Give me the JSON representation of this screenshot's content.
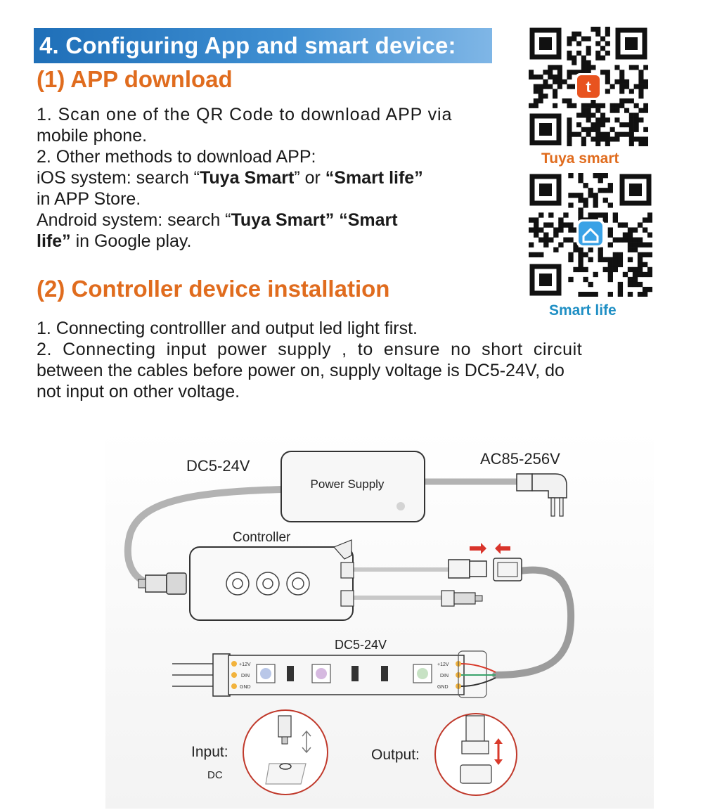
{
  "header": {
    "title": "4. Configuring App and smart device:"
  },
  "app_download": {
    "heading": "(1) APP download",
    "lines": {
      "l1": "1. Scan one of the QR Code to download APP via",
      "l2": "mobile phone.",
      "l3": "2. Other methods to download APP:",
      "l4_a": "iOS system: search “",
      "l4_b": "Tuya Smart",
      "l4_c": "” or ",
      "l4_d": "“Smart life”",
      "l5": "in APP Store.",
      "l6_a": "Android system: search “",
      "l6_b": "Tuya Smart”  “Smart",
      "l7_a": "life”",
      "l7_b": " in Google play."
    }
  },
  "qr_codes": [
    {
      "label": "Tuya smart",
      "color": "#e06c1e",
      "badge_color": "#e8531f",
      "icon": "tuya-logo-icon"
    },
    {
      "label": "Smart life",
      "color": "#1f8fc4",
      "badge_color": "#3aa2e6",
      "icon": "smart-life-house-icon"
    }
  ],
  "installation": {
    "heading": "(2) Controller device  installation",
    "lines": {
      "l1": "1. Connecting controlller and output led light first.",
      "l2": "2.  Connecting  input  power  supply  ,  to  ensure  no  short  circuit",
      "l3": "between the cables before power on, supply voltage is DC5-24V, do",
      "l4": "not input on other voltage."
    }
  },
  "diagram": {
    "dc_top": "DC5-24V",
    "ac_label": "AC85-256V",
    "power_supply": "Power Supply",
    "controller": "Controller",
    "strip_voltage": "DC5-24V",
    "pin_labels": [
      "+12V",
      "DIN",
      "GND"
    ],
    "input_label": "Input:",
    "input_sub": "DC",
    "output_label": "Output:"
  }
}
